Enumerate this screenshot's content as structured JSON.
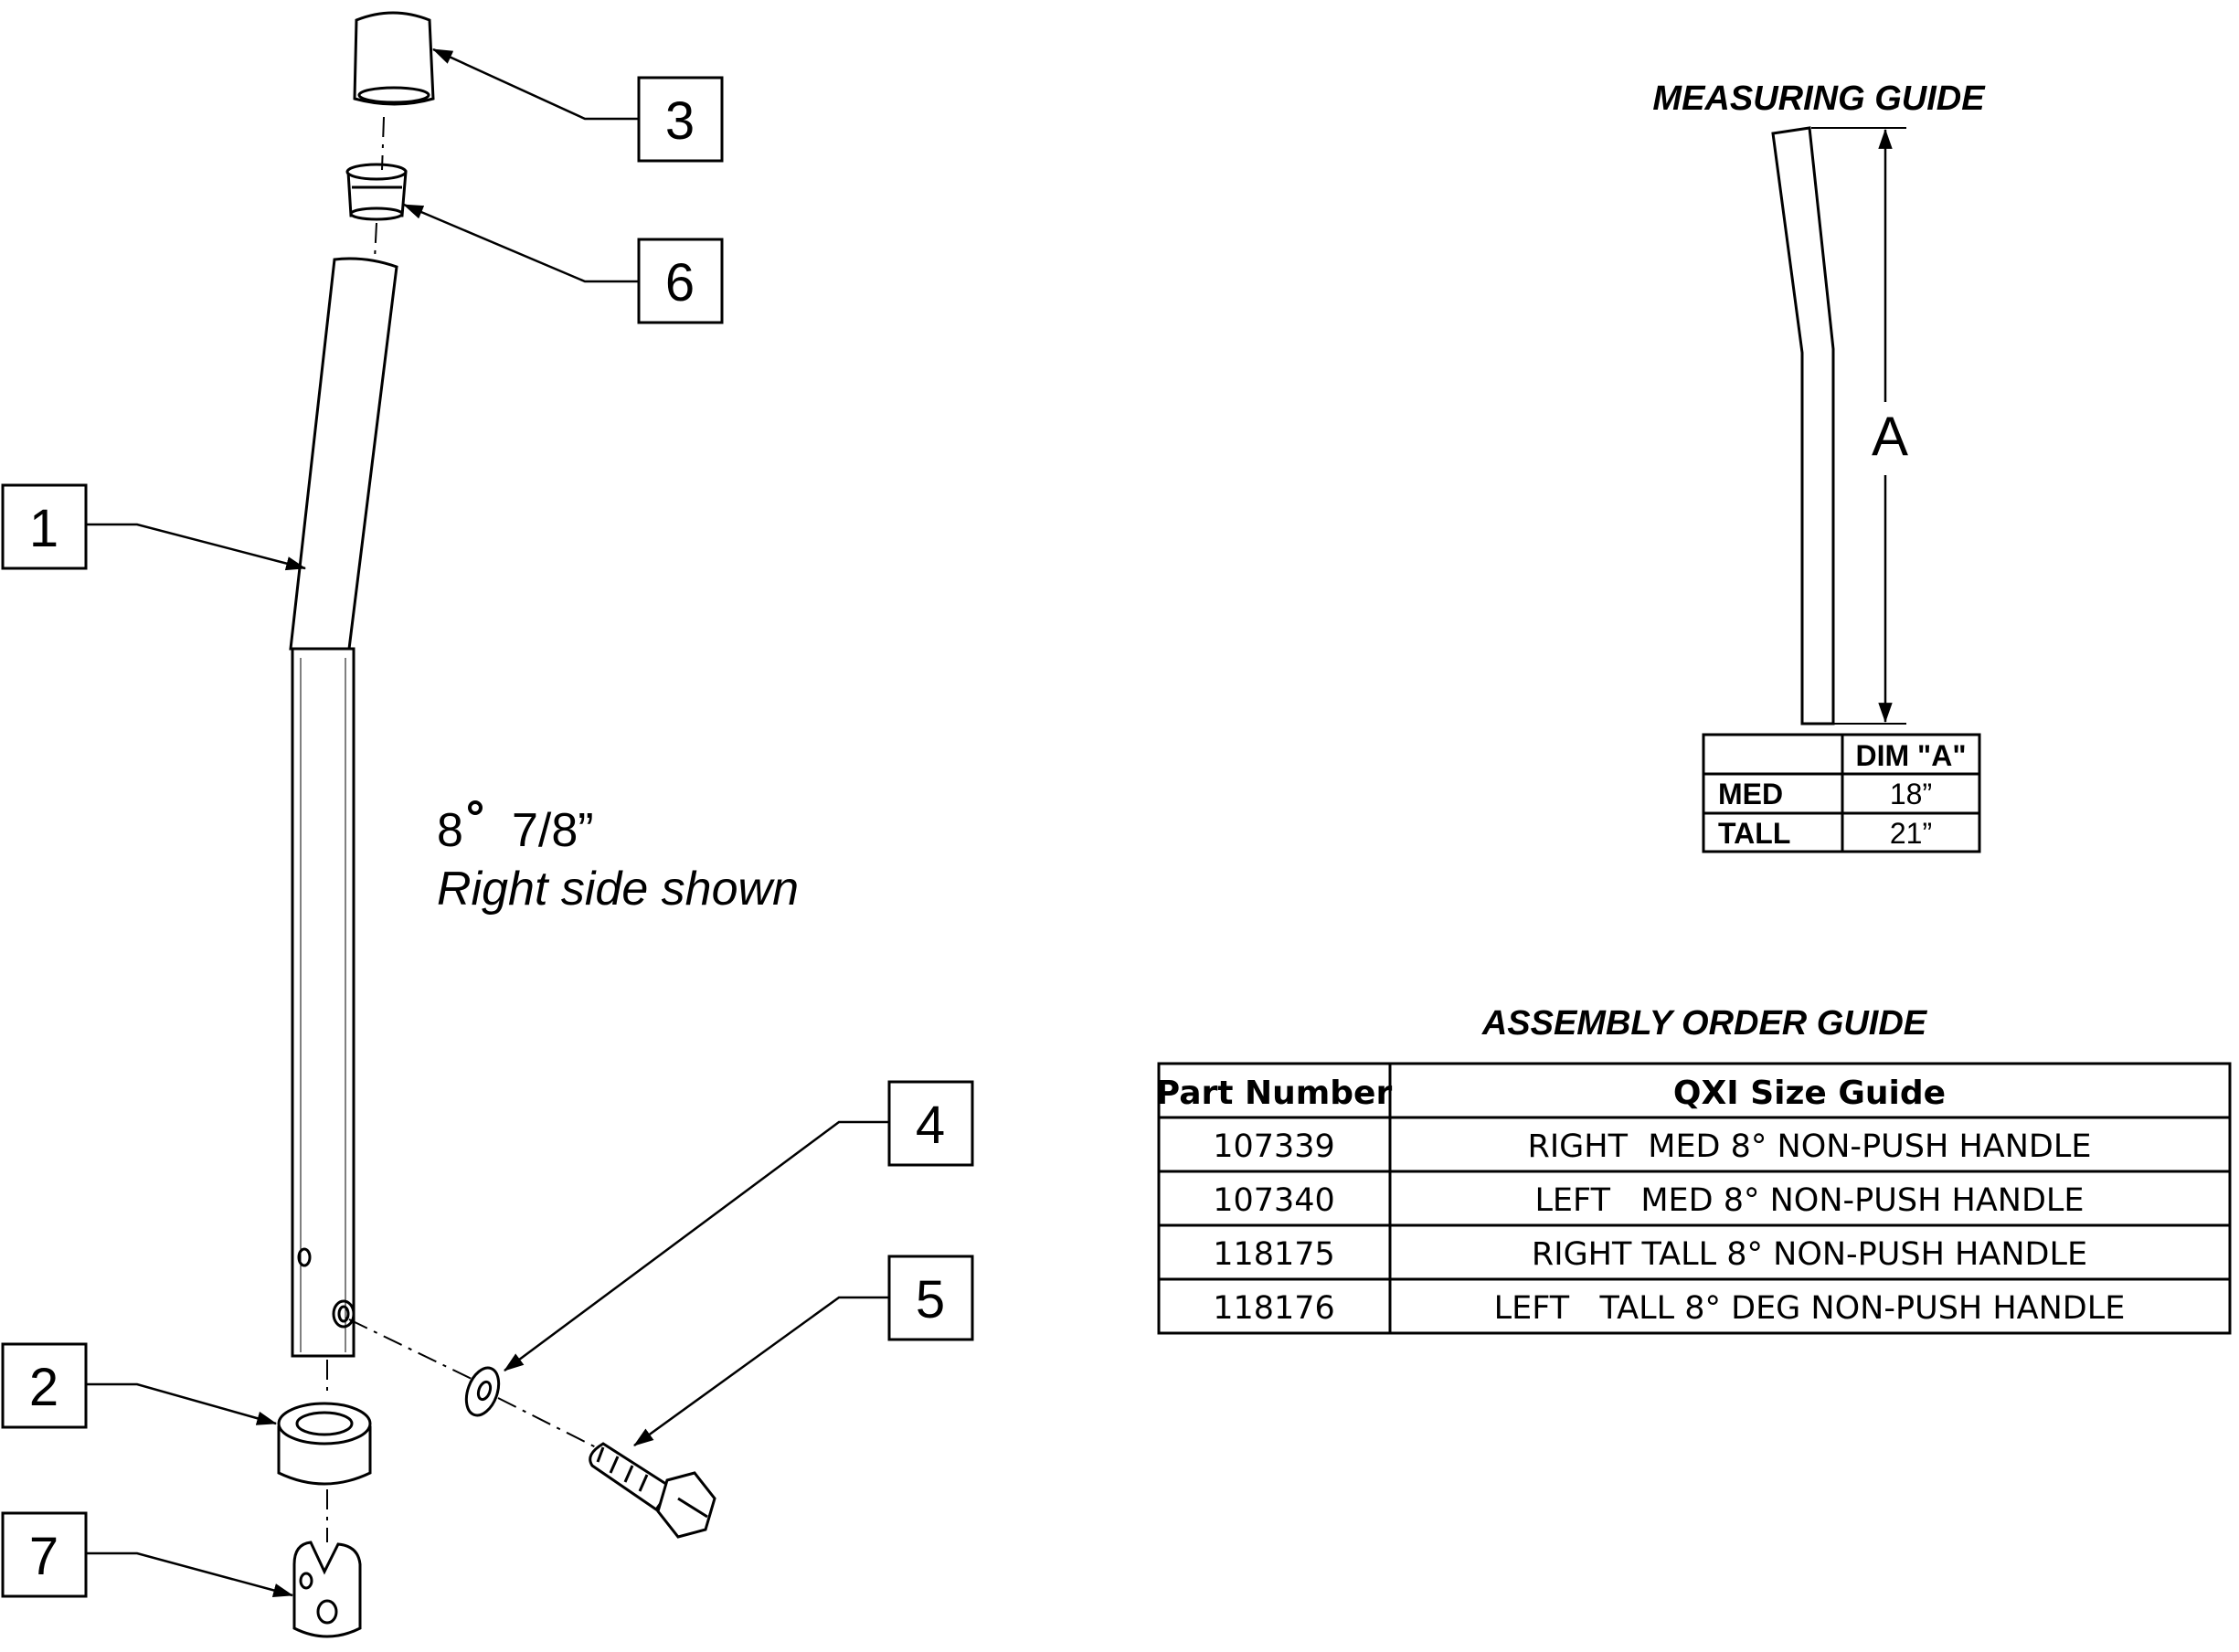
{
  "callouts": [
    "1",
    "2",
    "3",
    "4",
    "5",
    "6",
    "7"
  ],
  "note": {
    "angle": "8",
    "size": "7/8”",
    "side": "Right side shown"
  },
  "measuring_guide": {
    "title": "MEASURING GUIDE",
    "dimension_letter": "A",
    "table": {
      "header": [
        "",
        "DIM \"A\""
      ],
      "rows": [
        [
          "MED",
          "18”"
        ],
        [
          "TALL",
          "21”"
        ]
      ]
    }
  },
  "assembly_guide": {
    "title": "ASSEMBLY ORDER GUIDE",
    "header": [
      "Part Number",
      "QXI Size Guide"
    ],
    "rows": [
      [
        "107339",
        "RIGHT  MED 8° NON-PUSH HANDLE"
      ],
      [
        "107340",
        "LEFT   MED 8° NON-PUSH HANDLE"
      ],
      [
        "118175",
        "RIGHT TALL 8° NON-PUSH HANDLE"
      ],
      [
        "118176",
        "LEFT   TALL 8° DEG NON-PUSH HANDLE"
      ]
    ]
  }
}
